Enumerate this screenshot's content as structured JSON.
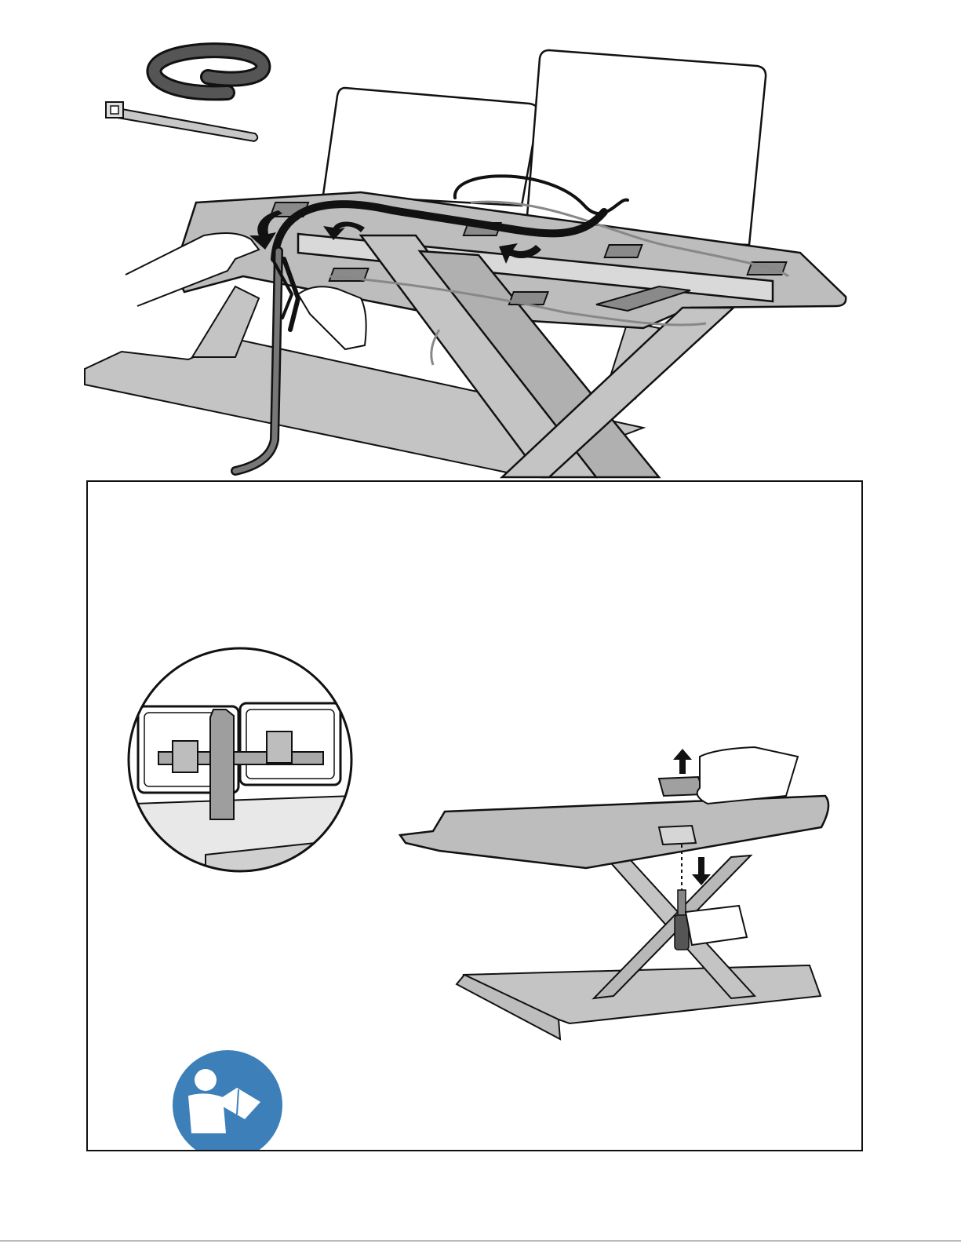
{
  "document": {
    "type": "assembly-instructions",
    "text": []
  },
  "steps": [
    {
      "illustration": "cable-routing",
      "items": [
        "cable-sleeve-icon",
        "cable-tie-icon"
      ]
    },
    {
      "illustration": "monitor-mount-setup",
      "items": [
        "clamp-detail-icon",
        "desk-riser-icon",
        "read-manual-icon"
      ]
    }
  ],
  "colors": {
    "line": "#111111",
    "surface": "#bdbdbd",
    "surface_light": "#d9d9d9",
    "cable": "#2a2a2a",
    "manual_icon": "#3d80b9"
  }
}
